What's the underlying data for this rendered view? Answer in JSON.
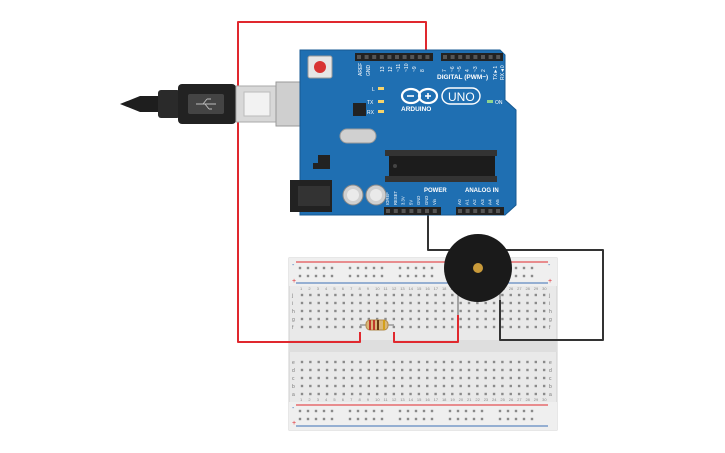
{
  "circuit": {
    "arduino": {
      "logo_text": "ARDUINO",
      "model_label": "UNO",
      "on_label": "ON",
      "digital_header_label": "DIGITAL (PWM~)",
      "power_label": "POWER",
      "analog_label": "ANALOG IN",
      "tx_label": "TX",
      "rx_label": "RX",
      "l_label": "L",
      "aref_label": "AREF",
      "gnd_label": "GND",
      "tx_pin_label": "TX►1",
      "rx_pin_label": "RX◄0",
      "digital_pin_labels": [
        "13",
        "12",
        "~11",
        "~10",
        "~9",
        "8",
        "7",
        "~6",
        "~5",
        "4",
        "~3",
        "2"
      ],
      "power_pin_labels": [
        "IOREF",
        "RESET",
        "3.3V",
        "5V",
        "GND",
        "GND",
        "Vin"
      ],
      "analog_pin_labels": [
        "A0",
        "A1",
        "A2",
        "A3",
        "A4",
        "A5"
      ]
    },
    "breadboard": {
      "row_letters_top": [
        "j",
        "i",
        "h",
        "g",
        "f"
      ],
      "row_letters_bottom": [
        "e",
        "d",
        "c",
        "b",
        "a"
      ],
      "column_numbers": [
        "1",
        "2",
        "3",
        "4",
        "5",
        "6",
        "7",
        "8",
        "9",
        "10",
        "11",
        "12",
        "13",
        "14",
        "15",
        "16",
        "17",
        "18",
        "19",
        "20",
        "21",
        "22",
        "23",
        "24",
        "25",
        "26",
        "27",
        "28",
        "29",
        "30"
      ],
      "rail_plus": "+",
      "rail_minus": "-"
    },
    "components": {
      "usb_cable": "usb-cable",
      "buzzer": "piezo-buzzer",
      "resistor": "resistor"
    },
    "colors": {
      "board_blue": "#1f6fb2",
      "wire_red": "#e0282e",
      "wire_black": "#333333",
      "breadboard_body": "#e9e9e9",
      "rail_red": "#e0282e",
      "rail_blue": "#3b6fb6"
    }
  }
}
